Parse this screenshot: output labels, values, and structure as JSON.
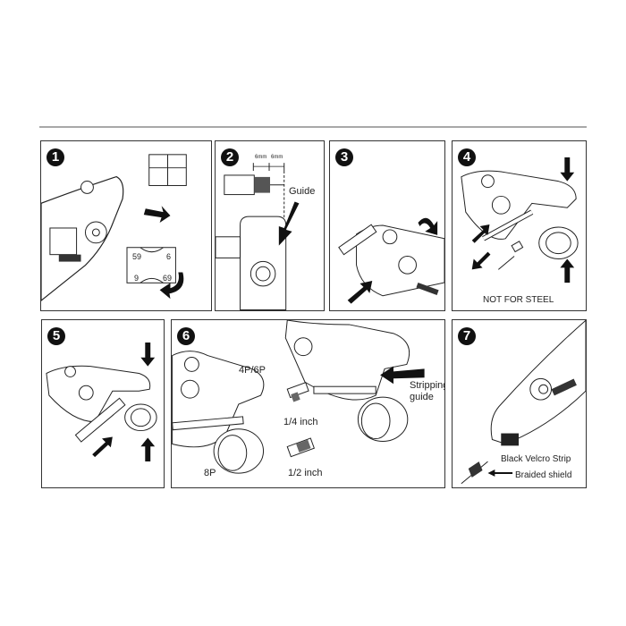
{
  "steps": [
    {
      "number": "1",
      "labels": {
        "blade_top_left": "59",
        "blade_top_right": "6",
        "blade_bottom_left": "9",
        "blade_bottom_right": "69"
      }
    },
    {
      "number": "2",
      "labels": {
        "dim_left": "6mm",
        "dim_right": "6mm",
        "guide": "Guide"
      }
    },
    {
      "number": "3",
      "labels": {}
    },
    {
      "number": "4",
      "labels": {
        "warning": "NOT FOR STEEL"
      }
    },
    {
      "number": "5",
      "labels": {}
    },
    {
      "number": "6",
      "labels": {
        "size_small": "4P/6P",
        "size_large": "8P",
        "quarter": "1/4 inch",
        "half": "1/2 inch",
        "stripping_guide_1": "Stripping",
        "stripping_guide_2": "guide"
      }
    },
    {
      "number": "7",
      "labels": {
        "velcro": "Black Velcro Strip",
        "braided": "Braided shield"
      }
    }
  ],
  "colors": {
    "border": "#333333",
    "rule": "#a8a8a8",
    "ink": "#111111"
  }
}
